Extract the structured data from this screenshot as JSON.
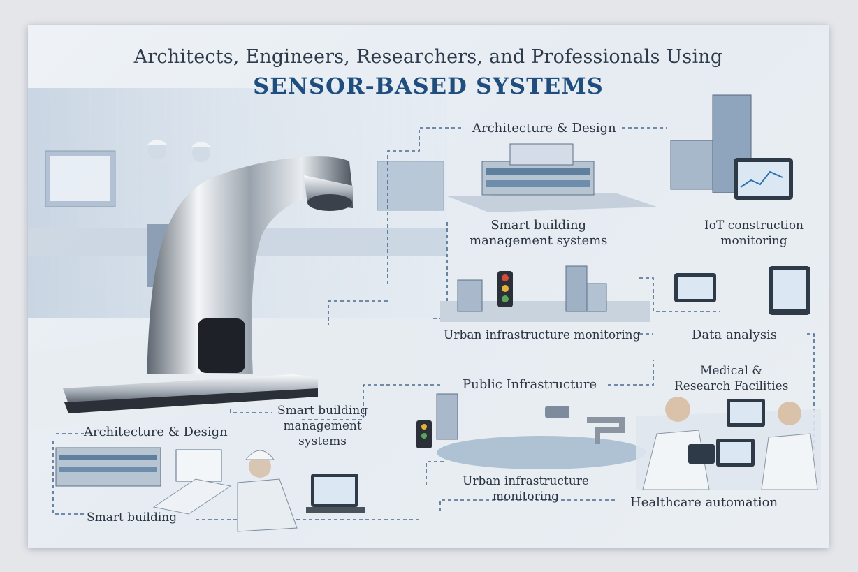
{
  "poster": {
    "title": "Architects, Engineers, Researchers, and Professionals Using",
    "subtitle": "SENSOR-BASED SYSTEMS"
  },
  "labels": {
    "architecture_design_top": "Architecture & Design",
    "smart_building_mgmt_top": "Smart building\nmanagement systems",
    "iot_construction": "IoT construction\nmonitoring",
    "urban_infra_mid": "Urban infrastructure monitoring",
    "data_analysis": "Data analysis",
    "public_infrastructure": "Public Infrastructure",
    "medical_research": "Medical &\nResearch Facilities",
    "smart_building_mgmt_bottom": "Smart building\nmanagement\nsystems",
    "architecture_design_bottom": "Architecture & Design",
    "smart_building": "Smart building",
    "urban_infra_bottom": "Urban infrastructure\nmonitoring",
    "healthcare_automation": "Healthcare automation"
  }
}
